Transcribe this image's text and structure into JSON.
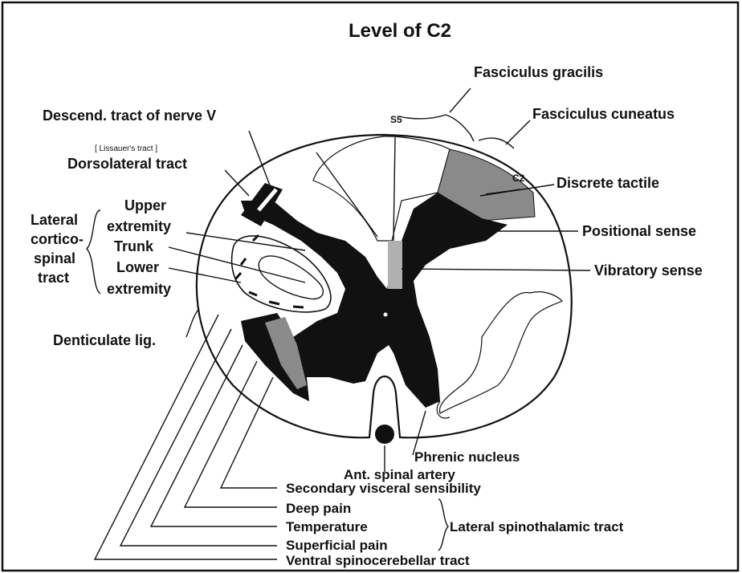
{
  "title": "Level of C2",
  "labels": {
    "fasciculus_gracilis": "Fasciculus gracilis",
    "fasciculus_cuneatus": "Fasciculus cuneatus",
    "descend_tract": "Descend. tract of nerve V",
    "lissauer": "[ Lissauer's tract ]",
    "dorsolateral": "Dorsolateral tract",
    "discrete_tactile": "Discrete tactile",
    "positional_sense": "Positional sense",
    "vibratory_sense": "Vibratory sense",
    "s5": "S5",
    "c2": "C2",
    "lateral_cs_1": "Lateral",
    "lateral_cs_2": "cortico-",
    "lateral_cs_3": "spinal",
    "lateral_cs_4": "tract",
    "upper_1": "Upper",
    "upper_2": "extremity",
    "trunk": "Trunk",
    "lower_1": "Lower",
    "lower_2": "extremity",
    "denticulate": "Denticulate lig.",
    "phrenic": "Phrenic nucleus",
    "ant_spinal": "Ant. spinal artery",
    "secondary_visceral": "Secondary visceral sensibility",
    "deep_pain": "Deep pain",
    "temperature": "Temperature",
    "superficial_pain": "Superficial pain",
    "ventral_sc": "Ventral spinocerebellar tract",
    "lateral_st": "Lateral spinothalamic tract"
  },
  "colors": {
    "ink": "#111111",
    "gray_fill": "#8a8a8a",
    "light_gray_fill": "#b0b0b0",
    "background": "#ffffff"
  }
}
